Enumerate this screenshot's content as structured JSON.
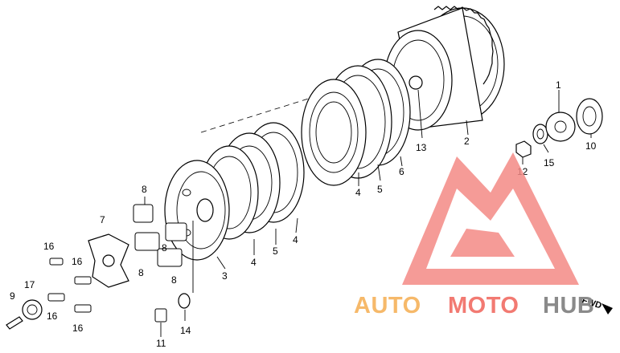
{
  "callouts": {
    "c1": "1",
    "c2": "2",
    "c3": "3",
    "c4a": "4",
    "c4b": "4",
    "c4c": "4",
    "c5a": "5",
    "c5b": "5",
    "c6": "6",
    "c7": "7",
    "c8a": "8",
    "c8b": "8",
    "c8c": "8",
    "c8d": "8",
    "c9": "9",
    "c10": "10",
    "c11": "11",
    "c12": "12",
    "c13": "13",
    "c14": "14",
    "c15": "15",
    "c16a": "16",
    "c16b": "16",
    "c16c": "16",
    "c16d": "16",
    "c17": "17"
  },
  "direction_marker": "FWD",
  "watermark": {
    "word1": "AUTO",
    "word2": "MOTO",
    "word3": "HUB",
    "colors": {
      "auto": "#f6b96a",
      "moto": "#f27a72",
      "hub": "#8a8a8a",
      "logo": "#f48a86"
    }
  }
}
